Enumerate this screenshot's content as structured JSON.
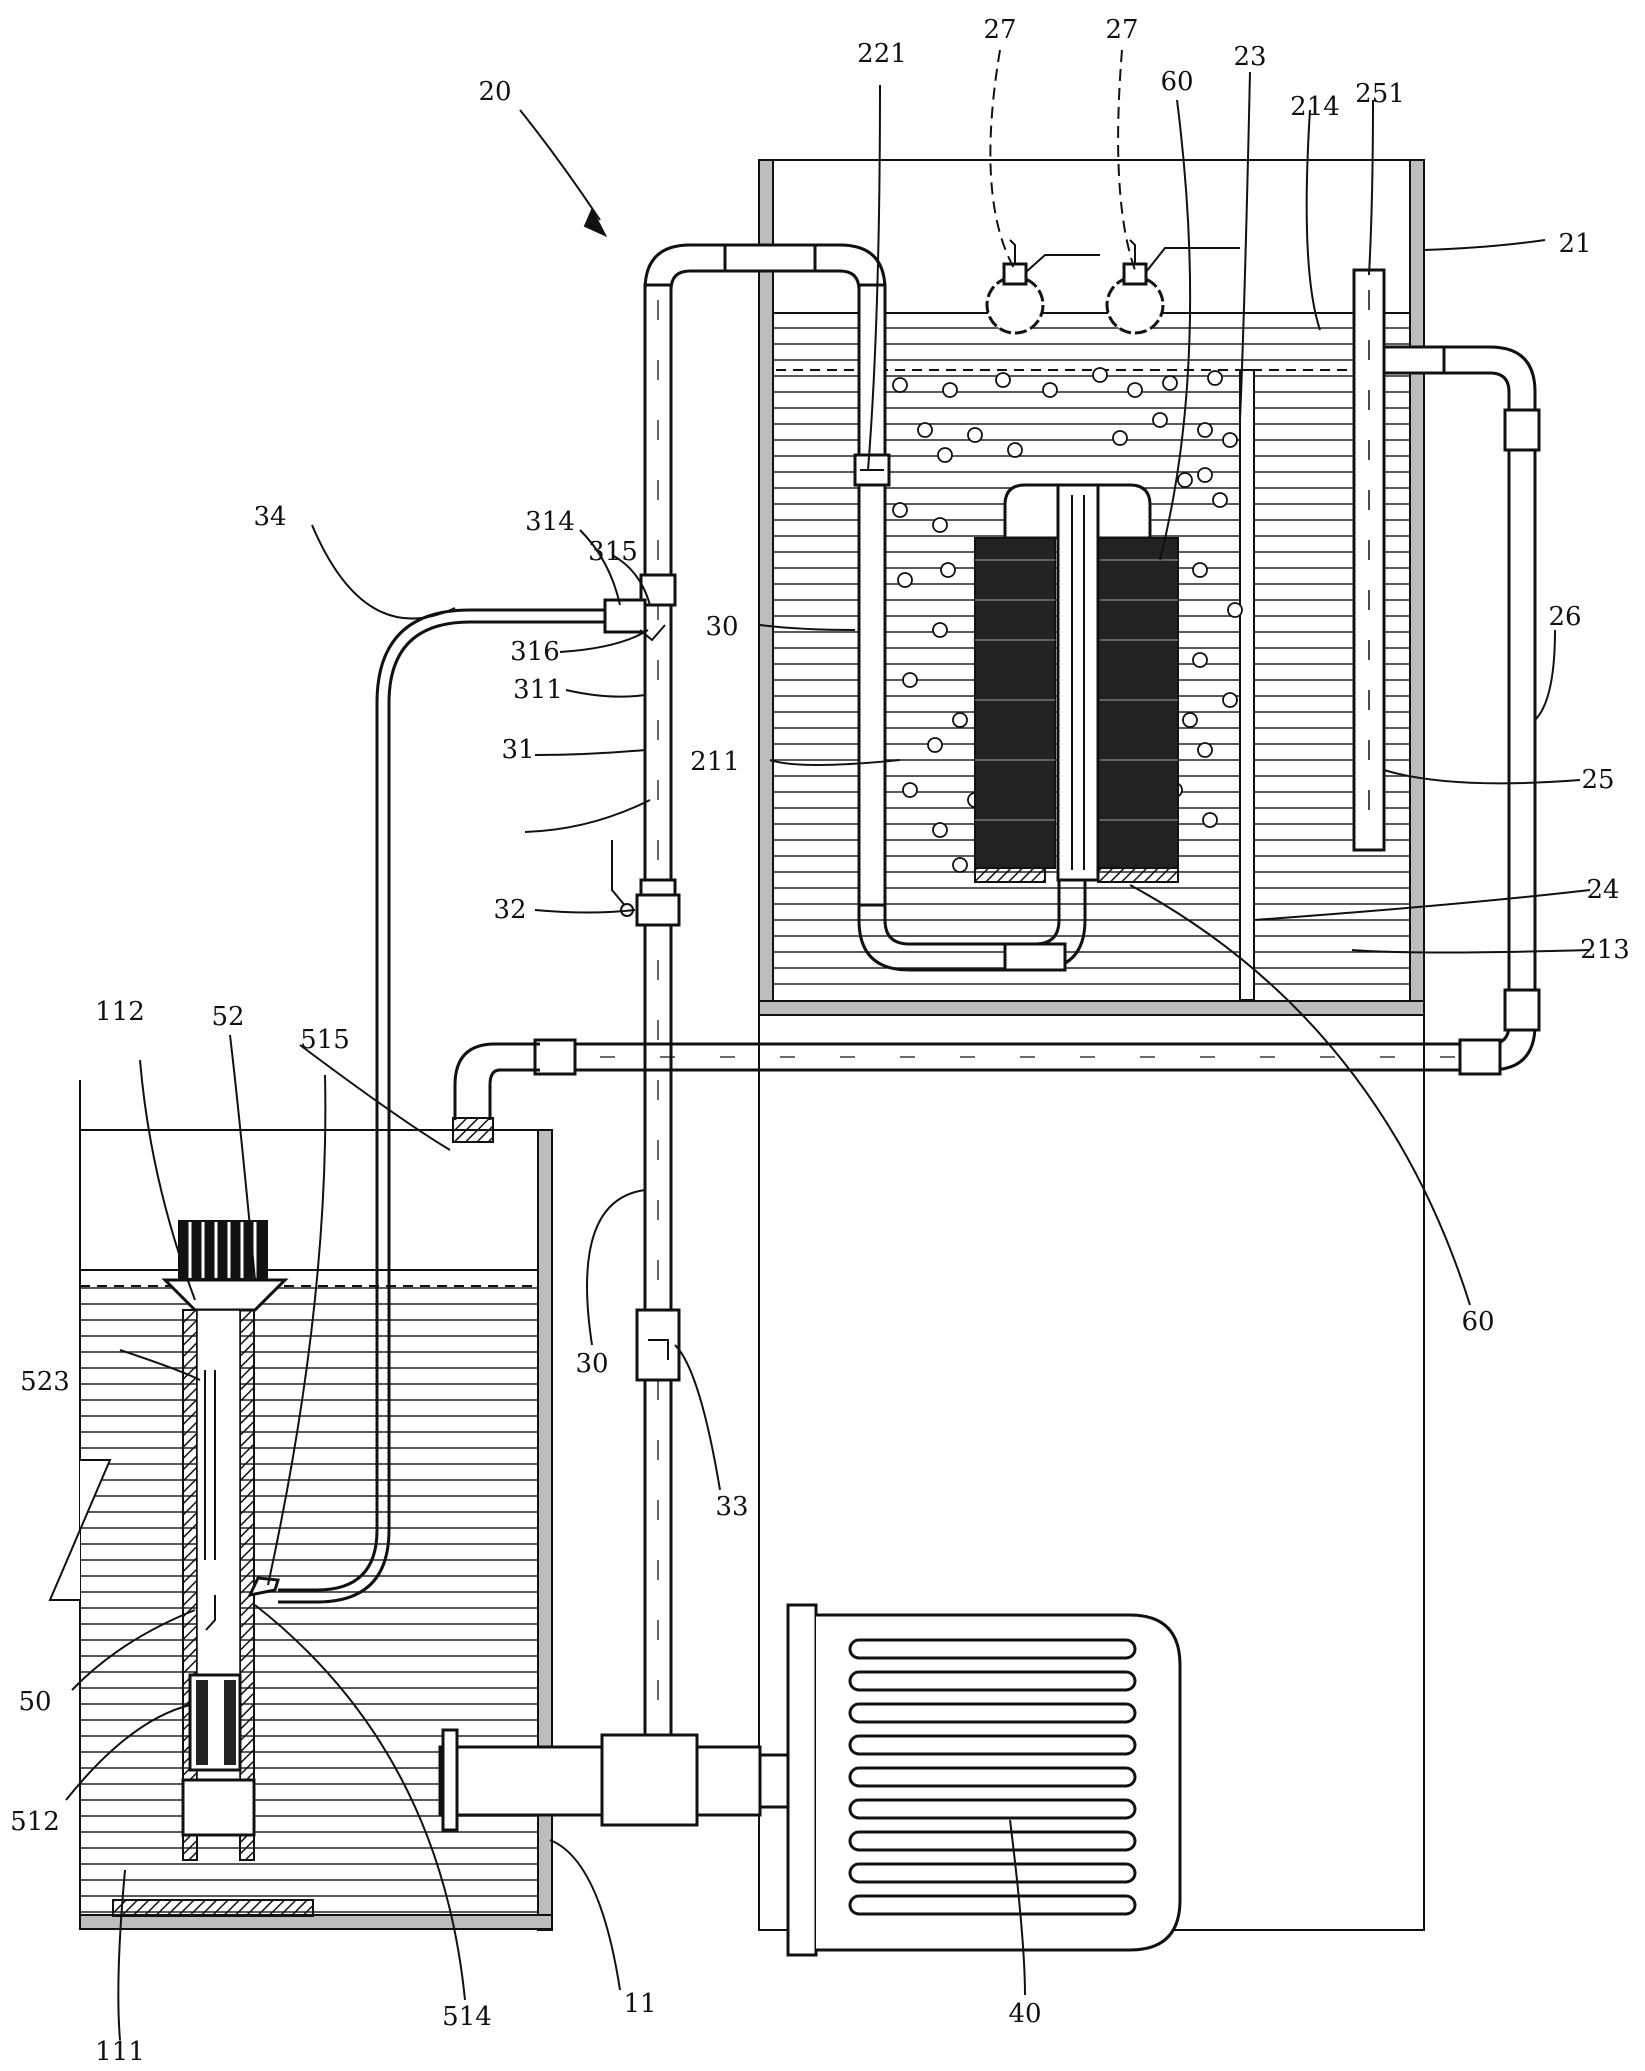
{
  "labels": {
    "l20": "20",
    "l21": "21",
    "l211": "211",
    "l213": "213",
    "l214": "214",
    "l221": "221",
    "l23": "23",
    "l24": "24",
    "l25": "25",
    "l251": "251",
    "l26": "26",
    "l27a": "27",
    "l27b": "27",
    "l30a": "30",
    "l30b": "30",
    "l31": "31",
    "l311": "311",
    "l314": "314",
    "l315": "315",
    "l316": "316",
    "l32": "32",
    "l33": "33",
    "l34": "34",
    "l40": "40",
    "l50": "50",
    "l512": "512",
    "l514": "514",
    "l515": "515",
    "l52": "52",
    "l523": "523",
    "l60a": "60",
    "l60b": "60",
    "l11": "11",
    "l111": "111",
    "l112": "112"
  }
}
